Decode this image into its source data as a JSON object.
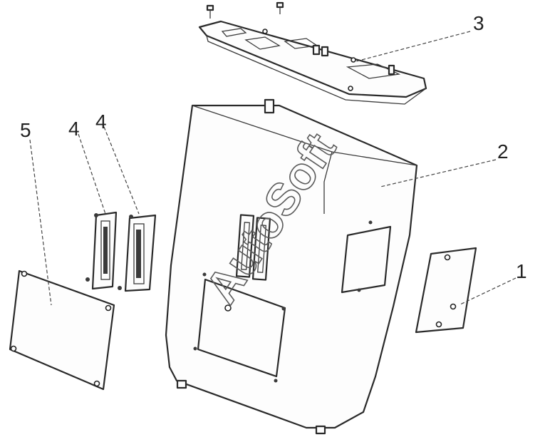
{
  "callouts": {
    "part1": "1",
    "part2": "2",
    "part3": "3",
    "part4a": "4",
    "part4b": "4",
    "part5": "5"
  },
  "watermark": "AutoSoft",
  "colors": {
    "line": "#2a2a2a",
    "paper": "#ffffff"
  }
}
